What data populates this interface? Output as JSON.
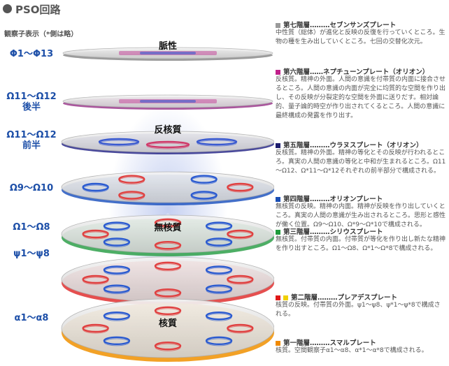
{
  "title": "PSO回路",
  "subtitle": "観察子表示（*側は略）",
  "levels": [
    {
      "label": "Φ1～Φ13"
    },
    {
      "label": "Ω11～Ω12\n後半"
    },
    {
      "label": "Ω11～Ω12\n前半"
    },
    {
      "label": "Ω9～Ω10"
    },
    {
      "label": "Ω1～Ω8"
    },
    {
      "label": "ψ1～ψ8"
    },
    {
      "label": "α1～α8"
    }
  ],
  "plate_labels": [
    "脈性",
    "反核質",
    "無核質",
    "核質"
  ],
  "legend": [
    {
      "swatches": [
        "#9a9a9a"
      ],
      "head": "第七階層………セブンサンズプレート",
      "body": "中性質（総体）が進化と反映の反復を行っていくところ。生物の種を生み出していくところ。七回の交替化次元。"
    },
    {
      "swatches": [
        "#c0208a"
      ],
      "head": "第六階層……ネプチューンプレート（オリオン）",
      "body": "反核質。精神の外面。人間の意識を付帯質の内面に接合させるところ。人間の意識の内面が完全に均質的な空間を作り出し、その反映が分裂定的な空間を外面に送りだす。相対論的、量子論的時空が作り出されてくるところ。人間の意識に最終構成の発露を作り出す。"
    },
    {
      "swatches": [
        "#1d1d6e"
      ],
      "head": "第五階層………ウラヌスプレート（オリオン）",
      "body": "反核質。精神の外面。精神の等化とその反映が行われるところ。真実の人間の意識の等化と中和が生まれるところ。Ω11～Ω12、Ω*11～Ω*12それぞれの前半部分で構成される。"
    },
    {
      "swatches": [
        "#1a4fb5"
      ],
      "head": "第四階層………オリオンプレート",
      "body": "無核質の反映。精神の内面。精神が反映を作り出していくところ。真実の人間の意識が生み出されるところ。思形と感性が働く位置。Ω9～Ω10、Ω*9～Ω*10で構成される。"
    },
    {
      "swatches": [
        "#1e9a3a"
      ],
      "head": "第三階層………シリウスプレート",
      "body": "無核質。付帯質の内面。付帯質が等化を作り出し新たな精神を作り出すところ。Ω1～Ω8、Ω*1～Ω*8で構成される。"
    },
    {
      "swatches": [
        "#e01818",
        "#f0d000"
      ],
      "head": "第二階層………プレアデスプレート",
      "body": "核質の反映。付帯質の外面。ψ1～ψ8、ψ*1～ψ*8で構成される。"
    },
    {
      "swatches": [
        "#f08a00"
      ],
      "head": "第一階層………スマルプレート",
      "body": "核質。空間観察子α1～α8、α*1～α*8で構成される。"
    }
  ]
}
